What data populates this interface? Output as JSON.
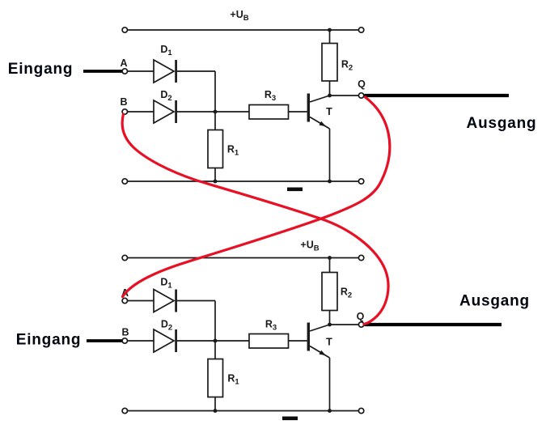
{
  "colors": {
    "wire": "#1a1a1a",
    "feedback_wire": "#e81024",
    "label_text": "#00050f",
    "background": "#ffffff"
  },
  "gates": [
    {
      "supply": {
        "base": "+U",
        "sub": "B"
      },
      "nodes": {
        "a": "A",
        "b": "B",
        "q": "Q",
        "t": "T"
      },
      "parts": {
        "d1": {
          "base": "D",
          "sub": "1"
        },
        "d2": {
          "base": "D",
          "sub": "2"
        },
        "r1": {
          "base": "R",
          "sub": "1"
        },
        "r2": {
          "base": "R",
          "sub": "2"
        },
        "r3": {
          "base": "R",
          "sub": "3"
        }
      },
      "input_label": "Eingang",
      "output_label": "Ausgang"
    },
    {
      "supply": {
        "base": "+U",
        "sub": "B"
      },
      "nodes": {
        "a": "A",
        "b": "B",
        "q": "Q",
        "t": "T"
      },
      "parts": {
        "d1": {
          "base": "D",
          "sub": "1"
        },
        "d2": {
          "base": "D",
          "sub": "2"
        },
        "r1": {
          "base": "R",
          "sub": "1"
        },
        "r2": {
          "base": "R",
          "sub": "2"
        },
        "r3": {
          "base": "R",
          "sub": "3"
        }
      },
      "input_label": "Eingang",
      "output_label": "Ausgang"
    }
  ],
  "connections": [
    {
      "wire": "feedback-wire-1",
      "from": "gate-2 output Q",
      "to": "gate-1 input B"
    },
    {
      "wire": "feedback-wire-2",
      "from": "gate-1 output Q",
      "to": "gate-2 input A"
    }
  ]
}
